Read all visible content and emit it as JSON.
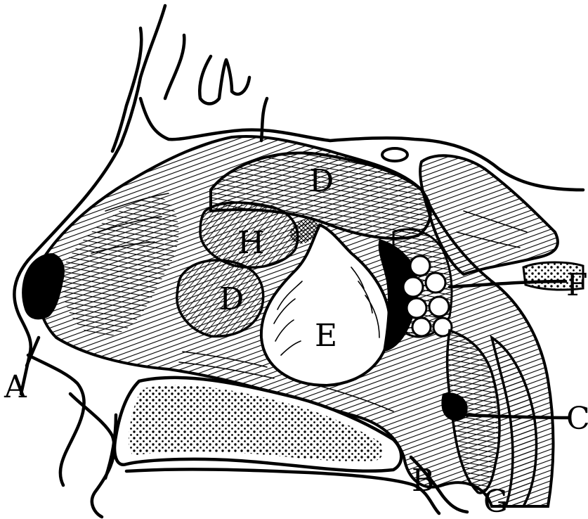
{
  "labels": {
    "a": "A",
    "b": "B",
    "c": "C",
    "d_upper": "D",
    "d_lower": "D",
    "e": "E",
    "f": "F",
    "g": "G",
    "h": "H"
  },
  "colors": {
    "ink": "#000000",
    "paper": "#ffffff"
  }
}
